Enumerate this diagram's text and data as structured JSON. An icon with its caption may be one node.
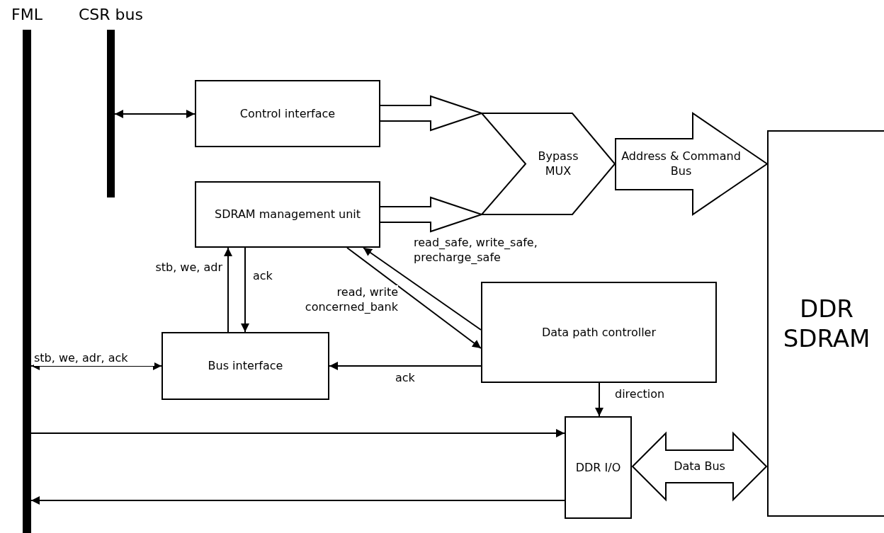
{
  "diagram": {
    "nodes": [
      {
        "text": [
          "FML"
        ]
      },
      {
        "text": [
          "CSR bus"
        ]
      },
      {
        "text": [
          "Control interface"
        ]
      },
      {
        "text": [
          "SDRAM management unit"
        ]
      },
      {
        "text": [
          "Bypass MUX"
        ]
      },
      {
        "text": [
          "Address & Command Bus"
        ]
      },
      {
        "text": [
          "Data path controller"
        ]
      },
      {
        "text": [
          "Bus interface"
        ]
      },
      {
        "text": [
          "DDR I/O"
        ]
      },
      {
        "text": [
          "Data Bus"
        ]
      },
      {
        "text": [
          "DDR SDRAM"
        ]
      }
    ],
    "edges": [
      {
        "from": 1,
        "to": 2,
        "arrow": "both"
      },
      {
        "from": 2,
        "to": 4,
        "arrow": "to",
        "style": "thick"
      },
      {
        "from": 3,
        "to": 4,
        "arrow": "to",
        "style": "thick"
      },
      {
        "from": 7,
        "to": 3,
        "arrow": "to",
        "label": "stb, we, adr"
      },
      {
        "from": 3,
        "to": 7,
        "arrow": "to",
        "label": "ack"
      },
      {
        "from": 3,
        "to": 6,
        "arrow": "to",
        "label": "read, write concerned_bank"
      },
      {
        "from": 6,
        "to": 3,
        "arrow": "to",
        "label": "read_safe, write_safe, precharge_safe"
      },
      {
        "from": 0,
        "to": 7,
        "arrow": "both",
        "label": "stb, we, adr, ack"
      },
      {
        "from": 6,
        "to": 7,
        "arrow": "to",
        "label": "ack"
      },
      {
        "from": 6,
        "to": 8,
        "arrow": "to",
        "label": "direction"
      },
      {
        "from": 0,
        "to": 8,
        "arrow": "to"
      },
      {
        "from": 8,
        "to": 0,
        "arrow": "to"
      }
    ]
  }
}
